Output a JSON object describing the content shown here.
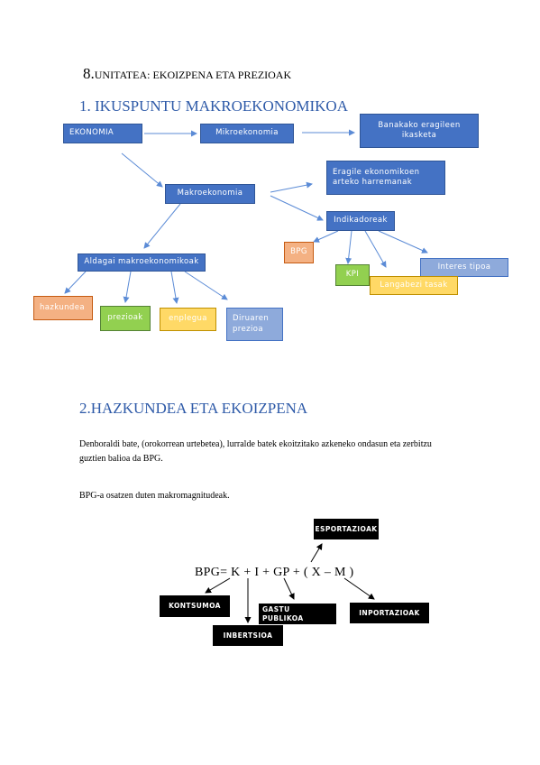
{
  "unit": {
    "number": "8.",
    "title": "UNITATEA: EKOIZPENA ETA PREZIOAK"
  },
  "section1": {
    "heading": "1. IKUSPUNTU MAKROEKONOMIKOA",
    "diagram": {
      "ekonomia": "EKONOMIA",
      "mikroekonomia": "Mikroekonomia",
      "banakako": "Banakako eragileen ikasketa",
      "makroekonomia": "Makroekonomia",
      "eragile": "Eragile ekonomikoen arteko harremanak",
      "indikadoreak": "Indikadoreak",
      "bpg": "BPG",
      "kpi": "KPI",
      "interes": "Interes tipoa",
      "langabezi": "Langabezi tasak",
      "aldagai": "Aldagai makroekonomikoak",
      "hazkundea": "hazkundea",
      "prezioak": "prezioak",
      "enplegua": "enplegua",
      "diruaren": "Diruaren prezioa"
    }
  },
  "section2": {
    "heading": "2.HAZKUNDEA ETA EKOIZPENA",
    "paragraph1": "Denboraldi bate, (orokorrean urtebetea), lurralde batek ekoitzitako azkeneko ondasun eta zerbitzu guztien balioa da BPG.",
    "paragraph2": "BPG-a osatzen duten makromagnitudeak.",
    "formula": "BPG= K + I + GP + ( X – M )",
    "labels": {
      "esportazioak": "ESPORTAZIOAK",
      "kontsumoa": "KONTSUMOA",
      "gastu": "GASTU PUBLIKOA",
      "inportazioak": "INPORTAZIOAK",
      "inbertsioa": "INBERTSIOA"
    }
  },
  "colors": {
    "heading": "#2e5aa8",
    "blue": "#4472c4",
    "light_blue": "#8eaadb",
    "orange": "#f4b183",
    "green": "#92d050",
    "yellow": "#ffd966",
    "black": "#000000"
  }
}
